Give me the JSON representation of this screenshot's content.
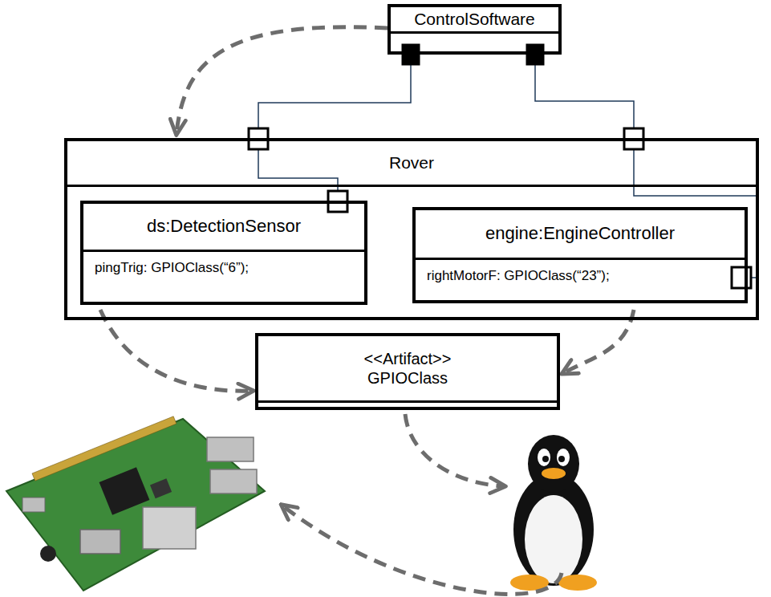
{
  "diagram": {
    "nodes": [
      {
        "text": [
          "ControlSoftware"
        ]
      },
      {
        "text": [
          "Rover"
        ]
      },
      {
        "text": [
          "ds:DetectionSensor",
          "pingTrig: GPIOClass(“6”);"
        ],
        "in": 1
      },
      {
        "text": [
          "engine:EngineController",
          "rightMotorF: GPIOClass(“23”);"
        ],
        "in": 1
      },
      {
        "text": [
          "<<Artifact>>",
          "GPIOClass"
        ]
      }
    ],
    "edges": [
      {
        "from": 0,
        "to": 1,
        "arrow": "to"
      },
      {
        "from": 0,
        "to": 1,
        "arrow": "none"
      },
      {
        "from": 1,
        "to": 2,
        "arrow": "none"
      },
      {
        "from": 0,
        "to": 1,
        "arrow": "none"
      },
      {
        "from": 1,
        "to": 3,
        "arrow": "none"
      },
      {
        "from": 2,
        "to": 4,
        "arrow": "to"
      },
      {
        "from": 3,
        "to": 4,
        "arrow": "to"
      }
    ]
  }
}
